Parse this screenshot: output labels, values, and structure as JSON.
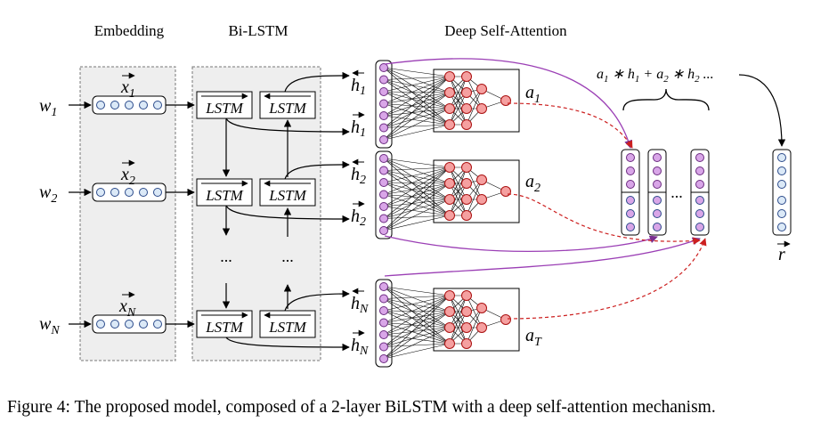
{
  "headers": {
    "embedding": "Embedding",
    "bilstm": "Bi-LSTM",
    "attention": "Deep Self-Attention"
  },
  "inputs": [
    {
      "base": "w",
      "sub": "1"
    },
    {
      "base": "w",
      "sub": "2"
    },
    {
      "base": "w",
      "sub": "N"
    }
  ],
  "embeddings": [
    {
      "base": "x",
      "sub": "1"
    },
    {
      "base": "x",
      "sub": "2"
    },
    {
      "base": "x",
      "sub": "N"
    }
  ],
  "lstm_label": "LSTM",
  "ellipsis": "...",
  "hidden": [
    {
      "base": "h",
      "sub": "1"
    },
    {
      "base": "h",
      "sub": "1"
    },
    {
      "base": "h",
      "sub": "2"
    },
    {
      "base": "h",
      "sub": "2"
    },
    {
      "base": "h",
      "sub": "N"
    },
    {
      "base": "h",
      "sub": "N"
    }
  ],
  "attention_outputs": [
    {
      "base": "a",
      "sub": "1"
    },
    {
      "base": "a",
      "sub": "2"
    },
    {
      "base": "a",
      "sub": "T"
    }
  ],
  "weighted_sum": {
    "a1": "a",
    "a1_sub": "1",
    "h1": "h",
    "h1_sub": "1",
    "a2": "a",
    "a2_sub": "2",
    "h2": "h",
    "h2_sub": "2",
    "op1": " ∗ ",
    "plus": " + ",
    "op2": " ∗ ",
    "tail": " ..."
  },
  "output_vector": "r",
  "caption": "Figure 4: The proposed model, composed of a 2-layer BiLSTM with a deep self-attention mechanism.",
  "colors": {
    "purple_node": "#d9a6e8",
    "blue_node": "#dbe9f7",
    "red_node": "#f5a0a0",
    "edge_purple": "#9b3fb5",
    "edge_red": "#cc1f1f",
    "panel": "#eeeeee"
  }
}
